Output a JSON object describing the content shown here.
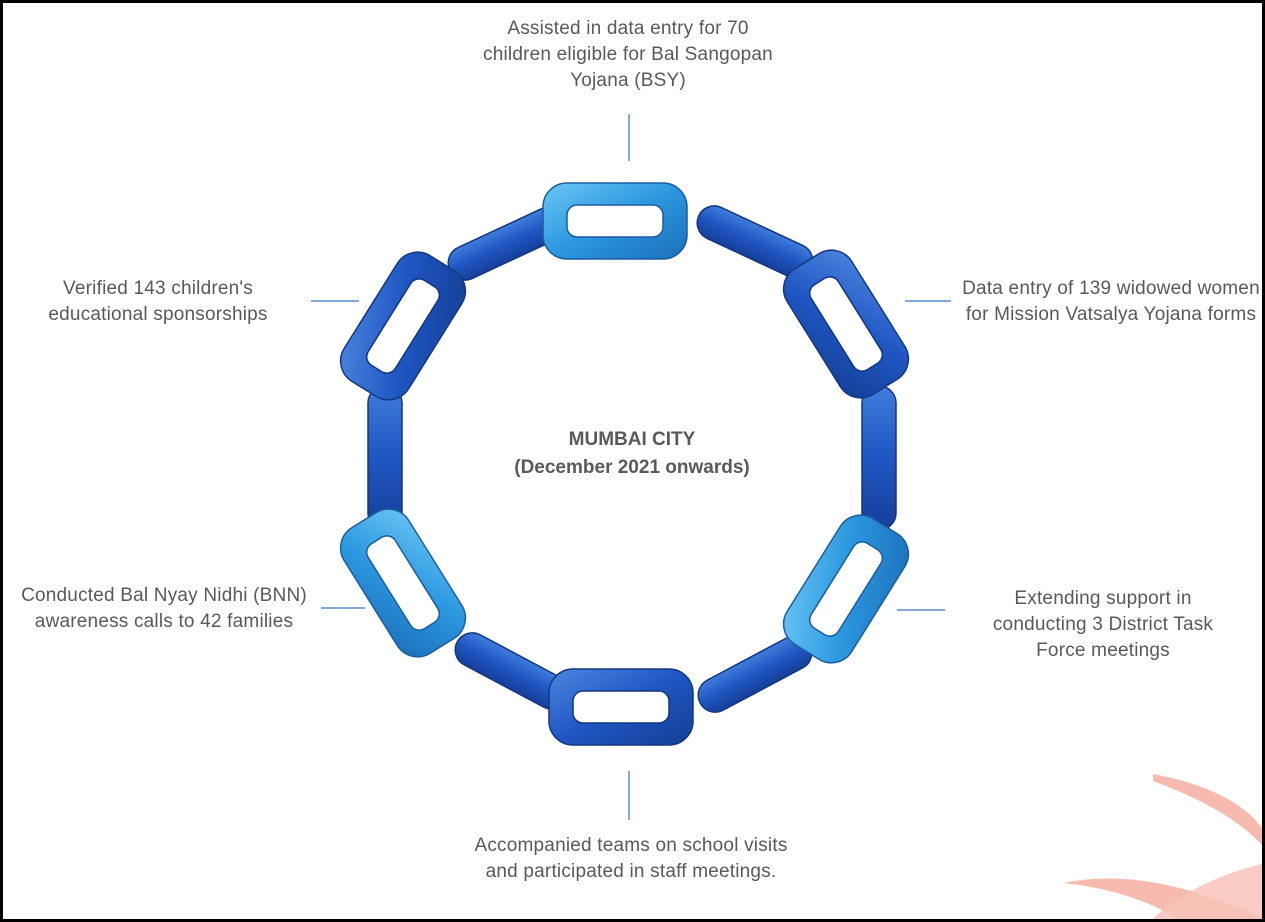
{
  "center": {
    "title": "MUMBAI CITY",
    "subtitle": "(December 2021 onwards)"
  },
  "activities": {
    "top": "Assisted in data entry for 70 children eligible for Bal Sangopan Yojana (BSY)",
    "right_top": "Data entry of 139 widowed women for Mission Vatsalya Yojana forms",
    "right_bottom": "Extending support in conducting 3 District Task Force meetings",
    "bottom": "Accompanied teams on school visits and participated in staff meetings.",
    "left_bottom": "Conducted Bal Nyay Nidhi (BNN) awareness calls to 42 families",
    "left_top": "Verified 143 children's educational sponsorships"
  },
  "colors": {
    "chain_light": "#2f9be0",
    "chain_dark": "#1d4fb3",
    "connector_line": "#5b8ec9",
    "text": "#595959",
    "watermark": "#f3a79a"
  }
}
